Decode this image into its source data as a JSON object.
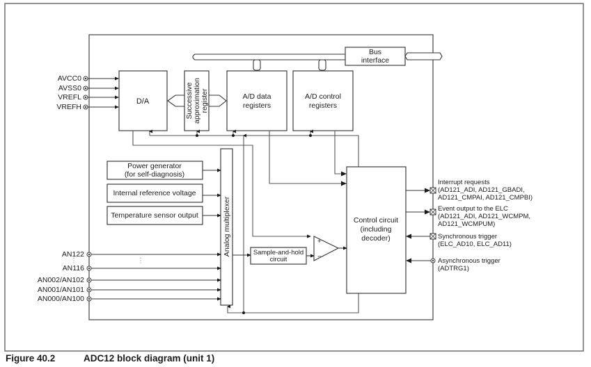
{
  "figure": {
    "number": "Figure 40.2",
    "title": "ADC12 block diagram (unit 1)"
  },
  "blocks": {
    "bus_interface": [
      "Bus",
      "interface"
    ],
    "da": "D/A",
    "sar": [
      "Successive",
      "approximation",
      "register"
    ],
    "ad_data_registers": [
      "A/D data",
      "registers"
    ],
    "ad_control_registers": [
      "A/D control",
      "registers"
    ],
    "power_generator": [
      "Power generator",
      "(for self-diagnosis)"
    ],
    "internal_reference": "Internal reference voltage",
    "temperature_sensor": "Temperature sensor output",
    "analog_multiplexer": "Analog multiplexer",
    "sample_and_hold": [
      "Sample-and-hold",
      "circuit"
    ],
    "comparator_plus": "+",
    "comparator_minus": "−",
    "control_circuit": [
      "Control circuit",
      "(including",
      "decoder)"
    ]
  },
  "power_pins": [
    "AVCC0",
    "AVSS0",
    "VREFL",
    "VREFH"
  ],
  "analog_inputs": [
    "AN122",
    "AN116",
    "AN002/AN102",
    "AN001/AN101",
    "AN000/AN100"
  ],
  "ellipsis": "⋮",
  "outputs": [
    {
      "label": "Interrupt requests",
      "detail": [
        "(AD121_ADI, AD121_GBADI,",
        "AD121_CMPAI, AD121_CMPBI)"
      ],
      "direction": "out",
      "terminal": "boxed-x"
    },
    {
      "label": "Event output to the ELC",
      "detail": [
        "(AD121_ADI, AD121_WCMPM,",
        "AD121_WCMPUM)"
      ],
      "direction": "out",
      "terminal": "boxed-x"
    },
    {
      "label": "Synchronous trigger",
      "detail": [
        "(ELC_AD10, ELC_AD11)"
      ],
      "direction": "in",
      "terminal": "boxed-x"
    },
    {
      "label": "Asynchronous trigger",
      "detail": [
        "(ADTRG1)"
      ],
      "direction": "in",
      "terminal": "pin-circle"
    }
  ]
}
